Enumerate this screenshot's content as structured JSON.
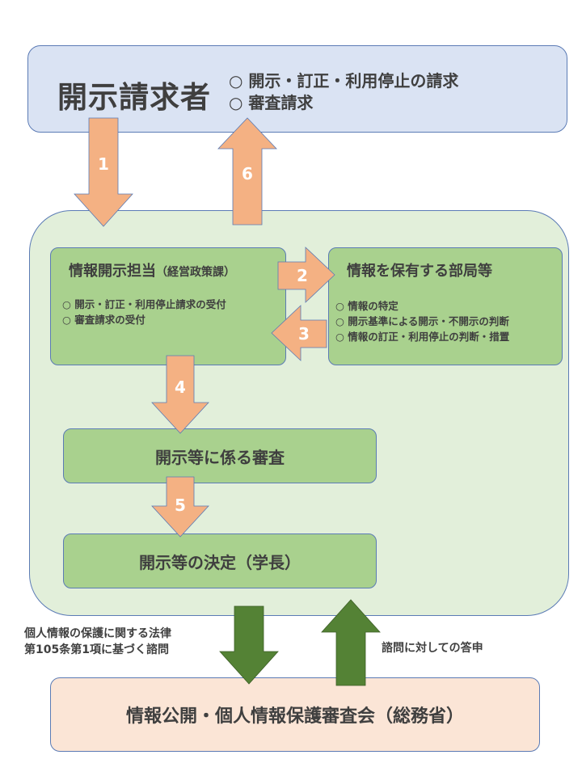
{
  "requester": {
    "title": "開示請求者",
    "items": [
      "○ 開示・訂正・利用停止の請求",
      "○ 審査請求"
    ]
  },
  "disclosure": {
    "title": "情報開示担当",
    "subtitle": "（経営政策課）",
    "items": [
      "○ 開示・訂正・利用停止請求の受付",
      "○ 審査請求の受付"
    ]
  },
  "department": {
    "title": "情報を保有する部局等",
    "items": [
      "○ 情報の特定",
      "○ 開示基準による開示・不開示の判断",
      "○ 情報の訂正・利用停止の判断・措置"
    ]
  },
  "review": {
    "label": "開示等に係る審査"
  },
  "decision": {
    "label": "開示等の決定（学長）"
  },
  "board": {
    "label": "情報公開・個人情報保護審査会（総務省）"
  },
  "inquiry": {
    "lines": [
      "個人情報の保護に関する法律",
      "第105条第1項に基づく諮問"
    ]
  },
  "answer": {
    "label": "諮問に対しての答申"
  },
  "steps": [
    "1",
    "2",
    "3",
    "4",
    "5",
    "6"
  ],
  "colors": {
    "blue_fill": "#dae3f3",
    "green_area": "#e2efda",
    "green_box": "#a9d18e",
    "peach_fill": "#fbe5d6",
    "orange_arrow": "#f4b183",
    "dark_green_arrow": "#548235",
    "border": "#5b7bb5"
  }
}
